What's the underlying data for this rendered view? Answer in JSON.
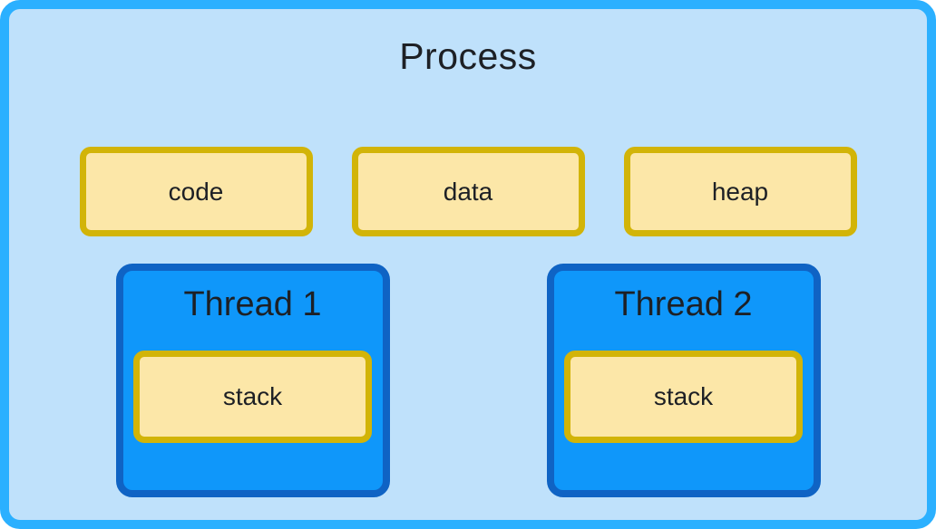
{
  "process": {
    "title": "Process",
    "segments": [
      {
        "label": "code"
      },
      {
        "label": "data"
      },
      {
        "label": "heap"
      }
    ],
    "threads": [
      {
        "title": "Thread 1",
        "stack_label": "stack"
      },
      {
        "title": "Thread 2",
        "stack_label": "stack"
      }
    ]
  },
  "colors": {
    "frame_blue": "#2bb0ff",
    "process_fill": "#bfe1fb",
    "thread_fill": "#0f97fa",
    "thread_border": "#0f63c4",
    "segment_fill": "#fce7a8",
    "segment_border": "#d2b408",
    "text": "#1d2025"
  }
}
